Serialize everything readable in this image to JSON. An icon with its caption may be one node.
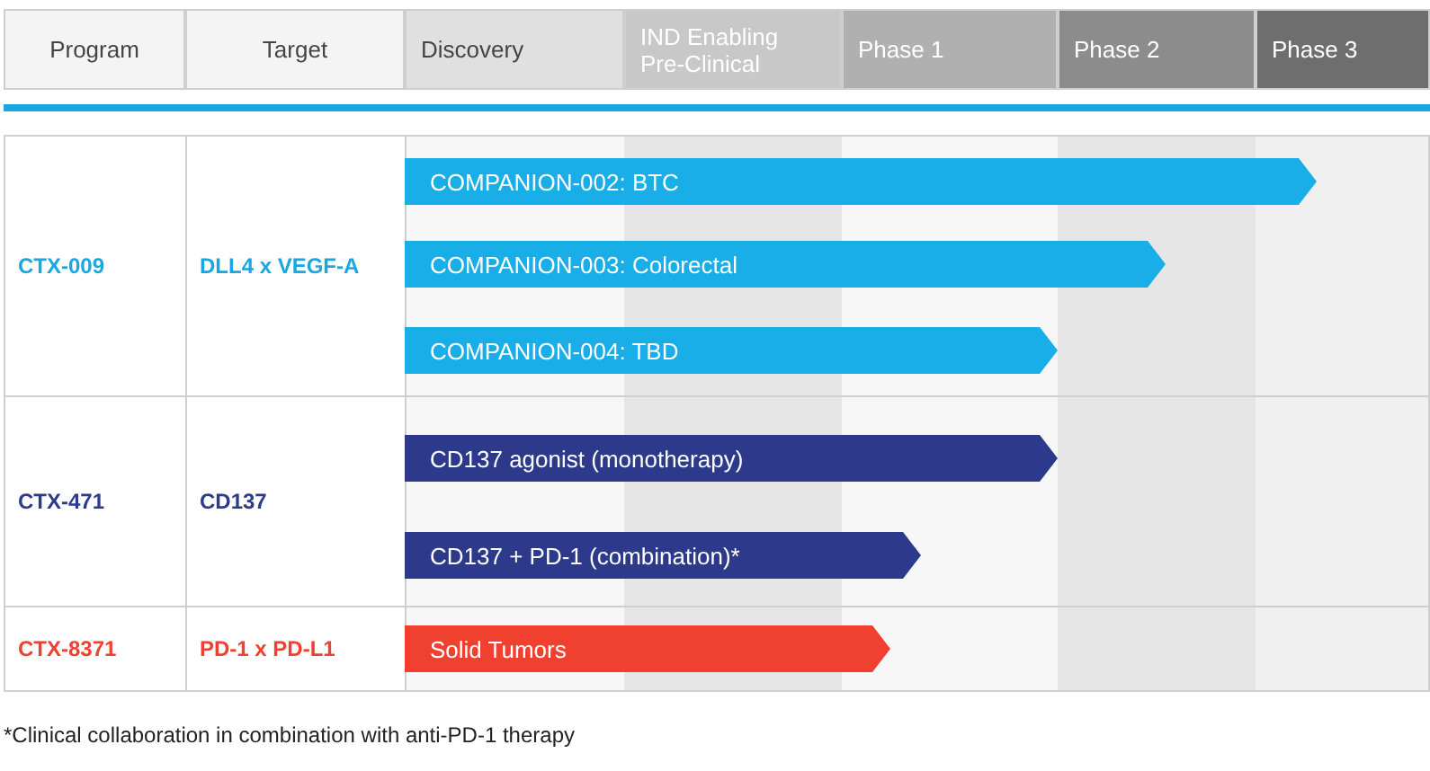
{
  "diagram": {
    "nodes": [
      {
        "text": [
          "COMPANION-002: BTC"
        ]
      },
      {
        "text": [
          "COMPANION-003: Colorectal"
        ]
      },
      {
        "text": [
          "COMPANION-004: TBD"
        ]
      },
      {
        "text": [
          "CD137 agonist (monotherapy)"
        ]
      },
      {
        "text": [
          "CD137 + PD-1 (combination)*"
        ]
      },
      {
        "text": [
          "Solid Tumors"
        ]
      }
    ],
    "edges": [],
    "labels": [
      "Program",
      "Target",
      "Discovery",
      "IND Enabling Pre-Clinical",
      "Phase 1",
      "Phase 2",
      "Phase 3",
      "CTX-009",
      "DLL4 x VEGF-A",
      "CTX-471",
      "CD137",
      "CTX-8371",
      "PD-1 x PD-L1"
    ],
    "caption": "*Clinical collaboration in combination with anti-PD-1 therapy"
  }
}
